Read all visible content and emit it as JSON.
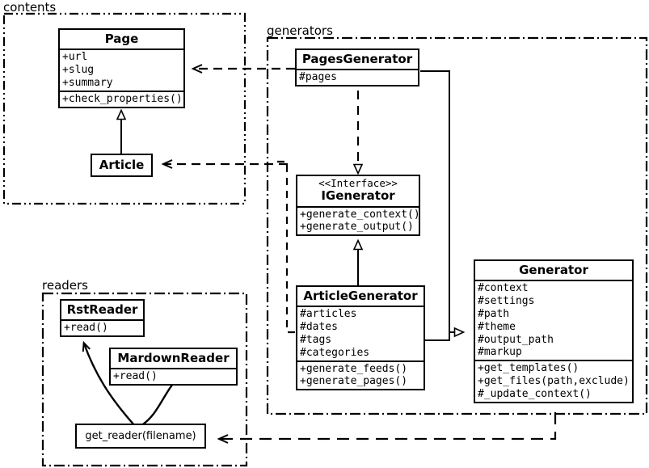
{
  "diagram": {
    "kind": "uml-class-diagram",
    "packages": [
      {
        "id": "contents",
        "label": "contents",
        "border": "dash-dot-dot"
      },
      {
        "id": "generators",
        "label": "generators",
        "border": "dash-dot"
      },
      {
        "id": "readers",
        "label": "readers",
        "border": "dash-dot"
      }
    ],
    "classes": [
      {
        "id": "page",
        "name": "Page",
        "stereotype": "",
        "attributes": [
          "+url",
          "+slug",
          "+summary"
        ],
        "methods": [
          "+check_properties()"
        ]
      },
      {
        "id": "article",
        "name": "Article",
        "stereotype": "",
        "attributes": [],
        "methods": []
      },
      {
        "id": "pages-generator",
        "name": "PagesGenerator",
        "stereotype": "",
        "attributes": [
          "#pages"
        ],
        "methods": []
      },
      {
        "id": "igenerator",
        "name": "IGenerator",
        "stereotype": "<<Interface>>",
        "attributes": [],
        "methods": [
          "+generate_context()",
          "+generate_output()"
        ]
      },
      {
        "id": "article-generator",
        "name": "ArticleGenerator",
        "stereotype": "",
        "attributes": [
          "#articles",
          "#dates",
          "#tags",
          "#categories"
        ],
        "methods": [
          "+generate_feeds()",
          "+generate_pages()"
        ]
      },
      {
        "id": "generator",
        "name": "Generator",
        "stereotype": "",
        "attributes": [
          "#context",
          "#settings",
          "#path",
          "#theme",
          "#output_path",
          "#markup"
        ],
        "methods": [
          "+get_templates()",
          "+get_files(path,exclude)",
          "#_update_context()"
        ]
      },
      {
        "id": "rst-reader",
        "name": "RstReader",
        "stereotype": "",
        "attributes": [],
        "methods": [
          "+read()"
        ]
      },
      {
        "id": "mardown-reader",
        "name": "MardownReader",
        "stereotype": "",
        "attributes": [],
        "methods": [
          "+read()"
        ]
      }
    ],
    "functions": [
      {
        "id": "get-reader",
        "label": "get_reader(filename)"
      }
    ],
    "relationships": [
      {
        "id": "article-inherits-page",
        "from": "Article",
        "to": "Page",
        "type": "generalization",
        "style": "solid",
        "arrow": "hollow-triangle"
      },
      {
        "id": "pagesgenerator-uses-page",
        "from": "PagesGenerator",
        "to": "Page",
        "type": "dependency",
        "style": "dashed",
        "arrow": "open-v"
      },
      {
        "id": "generators-uses-article",
        "from": "generators",
        "to": "Article",
        "type": "dependency",
        "style": "dashed",
        "arrow": "open-v"
      },
      {
        "id": "pagesgenerator-realizes-igen",
        "from": "PagesGenerator",
        "to": "IGenerator",
        "type": "realization",
        "style": "dashed",
        "arrow": "hollow-triangle"
      },
      {
        "id": "articlegenerator-inherits-igen",
        "from": "ArticleGenerator",
        "to": "IGenerator",
        "type": "generalization",
        "style": "solid",
        "arrow": "hollow-triangle"
      },
      {
        "id": "pagesgenerator-inherits-gen",
        "from": "PagesGenerator",
        "to": "Generator",
        "type": "generalization",
        "style": "solid",
        "arrow": "hollow-triangle"
      },
      {
        "id": "articlegenerator-inherits-gen",
        "from": "ArticleGenerator",
        "to": "Generator",
        "type": "generalization",
        "style": "solid",
        "arrow": "hollow-triangle"
      },
      {
        "id": "generator-uses-get-reader",
        "from": "Generator",
        "to": "get_reader(filename)",
        "type": "dependency",
        "style": "dashed",
        "arrow": "open-v"
      },
      {
        "id": "get-reader-creates-rst",
        "from": "get_reader(filename)",
        "to": "RstReader",
        "type": "create",
        "style": "solid-curved",
        "arrow": "open-v"
      },
      {
        "id": "get-reader-creates-mardown",
        "from": "get_reader(filename)",
        "to": "MardownReader",
        "type": "create",
        "style": "solid-curved",
        "arrow": "open-v"
      }
    ],
    "colors": {
      "stroke": "#000000",
      "fill": "#ffffff",
      "text": "#000000"
    }
  }
}
